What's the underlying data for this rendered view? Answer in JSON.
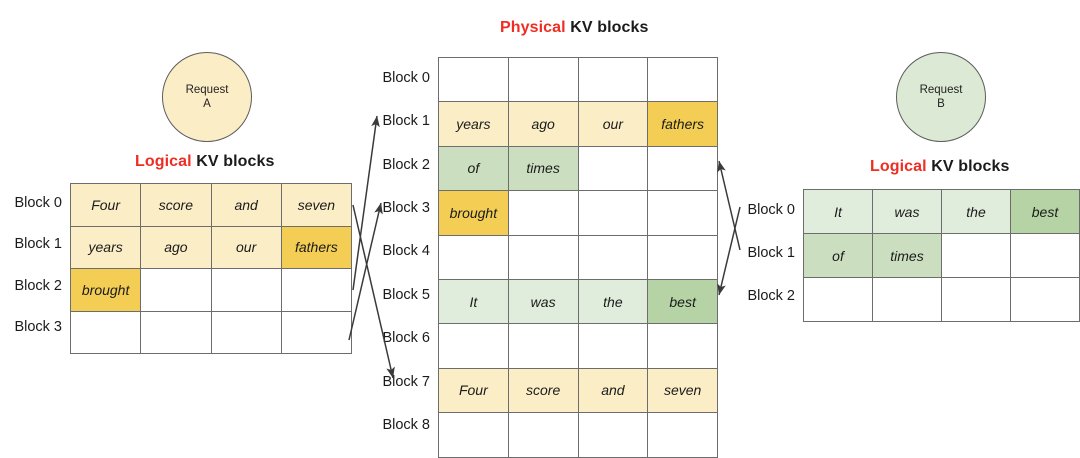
{
  "titles": {
    "physical": {
      "highlight": "Physical",
      "rest": " KV blocks"
    },
    "logical_left": {
      "highlight": "Logical",
      "rest": " KV blocks"
    },
    "logical_right": {
      "highlight": "Logical",
      "rest": " KV blocks"
    }
  },
  "colors": {
    "highlight_red": "#ef2d22",
    "amber_light": "#fbeec7",
    "amber_dark": "#f4ce54",
    "green_light": "#e0ecdc",
    "green_mid": "#cbdfc0",
    "green_dark": "#b5d3a4",
    "grid_line": "#6d6d6d",
    "arrow": "#3a3a3a"
  },
  "requests": {
    "a": {
      "line1": "Request",
      "line2": "A"
    },
    "b": {
      "line1": "Request",
      "line2": "B"
    }
  },
  "logical_left": {
    "row_labels": [
      "Block 0",
      "Block 1",
      "Block 2",
      "Block 3"
    ],
    "rows": [
      [
        {
          "text": "Four",
          "fill": "amber_light"
        },
        {
          "text": "score",
          "fill": "amber_light"
        },
        {
          "text": "and",
          "fill": "amber_light"
        },
        {
          "text": "seven",
          "fill": "amber_light"
        }
      ],
      [
        {
          "text": "years",
          "fill": "amber_light"
        },
        {
          "text": "ago",
          "fill": "amber_light"
        },
        {
          "text": "our",
          "fill": "amber_light"
        },
        {
          "text": "fathers",
          "fill": "amber_dark"
        }
      ],
      [
        {
          "text": "brought",
          "fill": "amber_dark"
        },
        {
          "text": "",
          "fill": "empty"
        },
        {
          "text": "",
          "fill": "empty"
        },
        {
          "text": "",
          "fill": "empty"
        }
      ],
      [
        {
          "text": "",
          "fill": "empty"
        },
        {
          "text": "",
          "fill": "empty"
        },
        {
          "text": "",
          "fill": "empty"
        },
        {
          "text": "",
          "fill": "empty"
        }
      ]
    ]
  },
  "physical": {
    "row_labels": [
      "Block 0",
      "Block 1",
      "Block 2",
      "Block 3",
      "Block 4",
      "Block 5",
      "Block 6",
      "Block 7",
      "Block 8"
    ],
    "rows": [
      [
        {
          "text": "",
          "fill": "empty"
        },
        {
          "text": "",
          "fill": "empty"
        },
        {
          "text": "",
          "fill": "empty"
        },
        {
          "text": "",
          "fill": "empty"
        }
      ],
      [
        {
          "text": "years",
          "fill": "amber_light"
        },
        {
          "text": "ago",
          "fill": "amber_light"
        },
        {
          "text": "our",
          "fill": "amber_light"
        },
        {
          "text": "fathers",
          "fill": "amber_dark"
        }
      ],
      [
        {
          "text": "of",
          "fill": "green_mid"
        },
        {
          "text": "times",
          "fill": "green_mid"
        },
        {
          "text": "",
          "fill": "empty"
        },
        {
          "text": "",
          "fill": "empty"
        }
      ],
      [
        {
          "text": "brought",
          "fill": "amber_dark"
        },
        {
          "text": "",
          "fill": "empty"
        },
        {
          "text": "",
          "fill": "empty"
        },
        {
          "text": "",
          "fill": "empty"
        }
      ],
      [
        {
          "text": "",
          "fill": "empty"
        },
        {
          "text": "",
          "fill": "empty"
        },
        {
          "text": "",
          "fill": "empty"
        },
        {
          "text": "",
          "fill": "empty"
        }
      ],
      [
        {
          "text": "It",
          "fill": "green_light"
        },
        {
          "text": "was",
          "fill": "green_light"
        },
        {
          "text": "the",
          "fill": "green_light"
        },
        {
          "text": "best",
          "fill": "green_dark"
        }
      ],
      [
        {
          "text": "",
          "fill": "empty"
        },
        {
          "text": "",
          "fill": "empty"
        },
        {
          "text": "",
          "fill": "empty"
        },
        {
          "text": "",
          "fill": "empty"
        }
      ],
      [
        {
          "text": "Four",
          "fill": "amber_light"
        },
        {
          "text": "score",
          "fill": "amber_light"
        },
        {
          "text": "and",
          "fill": "amber_light"
        },
        {
          "text": "seven",
          "fill": "amber_light"
        }
      ],
      [
        {
          "text": "",
          "fill": "empty"
        },
        {
          "text": "",
          "fill": "empty"
        },
        {
          "text": "",
          "fill": "empty"
        },
        {
          "text": "",
          "fill": "empty"
        }
      ]
    ]
  },
  "logical_right": {
    "row_labels": [
      "Block 0",
      "Block 1",
      "Block 2"
    ],
    "rows": [
      [
        {
          "text": "It",
          "fill": "green_light"
        },
        {
          "text": "was",
          "fill": "green_light"
        },
        {
          "text": "the",
          "fill": "green_light"
        },
        {
          "text": "best",
          "fill": "green_dark"
        }
      ],
      [
        {
          "text": "of",
          "fill": "green_mid"
        },
        {
          "text": "times",
          "fill": "green_mid"
        },
        {
          "text": "",
          "fill": "empty"
        },
        {
          "text": "",
          "fill": "empty"
        }
      ],
      [
        {
          "text": "",
          "fill": "empty"
        },
        {
          "text": "",
          "fill": "empty"
        },
        {
          "text": "",
          "fill": "empty"
        },
        {
          "text": "",
          "fill": "empty"
        }
      ]
    ]
  },
  "mappings": {
    "left": [
      {
        "from_block": "Block 0",
        "to_block": "Block 7"
      },
      {
        "from_block": "Block 1",
        "to_block": "Block 1"
      },
      {
        "from_block": "Block 2",
        "to_block": "Block 3"
      }
    ],
    "right": [
      {
        "from_block": "Block 0",
        "to_block": "Block 5"
      },
      {
        "from_block": "Block 1",
        "to_block": "Block 2"
      }
    ]
  }
}
